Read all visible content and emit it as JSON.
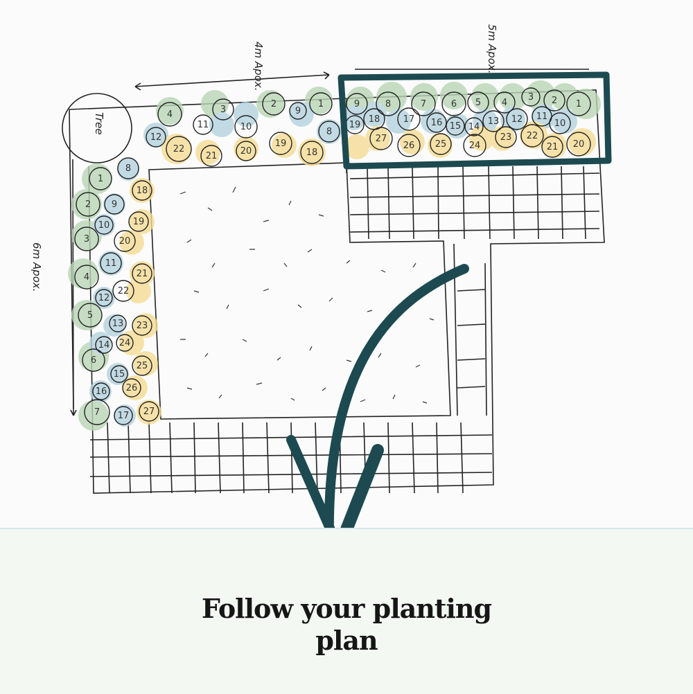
{
  "caption": {
    "line1": "Follow your planting",
    "line2": "plan"
  },
  "sketch": {
    "dimensions": {
      "top_left": "4m Apox.",
      "top_right": "5m Apox.",
      "left_side": "6m Apox."
    },
    "tree_label": "Tree",
    "colors": {
      "green_wash": "#b9d6b6",
      "blue_wash": "#b5d3de",
      "yellow_wash": "#f5dc94",
      "highlight_box": "#1c4a50",
      "arrow": "#1c4a50",
      "caption_bg": "#f3f8f3"
    },
    "highlighted_bed": {
      "row_back": [
        "9",
        "8",
        "7",
        "6",
        "5",
        "4",
        "3",
        "2",
        "1"
      ],
      "row_mid": [
        "19",
        "18",
        "17",
        "16",
        "15",
        "14",
        "13",
        "12",
        "11",
        "10"
      ],
      "row_front": [
        "27",
        "26",
        "25",
        "24",
        "23",
        "22",
        "21",
        "20"
      ]
    },
    "top_left_bed": {
      "row_back": [
        "4",
        "3",
        "2",
        "1"
      ],
      "row_mid": [
        "12",
        "11",
        "10",
        "9",
        "8"
      ],
      "row_front": [
        "22",
        "21",
        "20",
        "19",
        "18"
      ]
    },
    "left_bed": {
      "row_back": [
        "1",
        "2",
        "3",
        "4",
        "5",
        "6",
        "7"
      ],
      "row_mid": [
        "8",
        "9",
        "10",
        "11",
        "12",
        "13",
        "14",
        "15",
        "16",
        "17"
      ],
      "row_front": [
        "18",
        "19",
        "20",
        "21",
        "22",
        "23",
        "24",
        "25",
        "26",
        "27"
      ]
    }
  }
}
